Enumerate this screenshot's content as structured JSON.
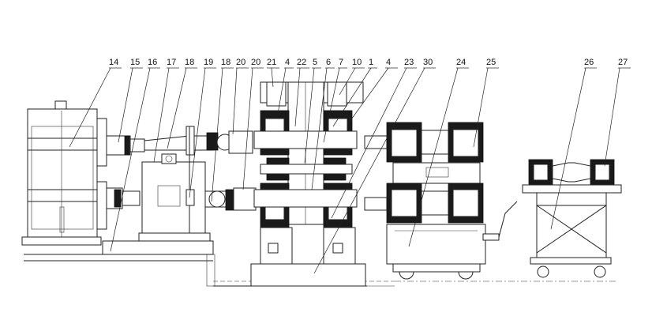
{
  "labels": [
    {
      "id": "14",
      "text": "14"
    },
    {
      "id": "15",
      "text": "15"
    },
    {
      "id": "16",
      "text": "16"
    },
    {
      "id": "17",
      "text": "17"
    },
    {
      "id": "18a",
      "text": "18"
    },
    {
      "id": "19",
      "text": "19"
    },
    {
      "id": "18b",
      "text": "18"
    },
    {
      "id": "20a",
      "text": "20"
    },
    {
      "id": "20b",
      "text": "20"
    },
    {
      "id": "21",
      "text": "21"
    },
    {
      "id": "4a",
      "text": "4"
    },
    {
      "id": "22",
      "text": "22"
    },
    {
      "id": "5",
      "text": "5"
    },
    {
      "id": "6",
      "text": "6"
    },
    {
      "id": "7",
      "text": "7"
    },
    {
      "id": "10",
      "text": "10"
    },
    {
      "id": "1",
      "text": "1"
    },
    {
      "id": "4b",
      "text": "4"
    },
    {
      "id": "23",
      "text": "23"
    },
    {
      "id": "30",
      "text": "30"
    },
    {
      "id": "24",
      "text": "24"
    },
    {
      "id": "25",
      "text": "25"
    },
    {
      "id": "26",
      "text": "26"
    },
    {
      "id": "27",
      "text": "27"
    }
  ]
}
